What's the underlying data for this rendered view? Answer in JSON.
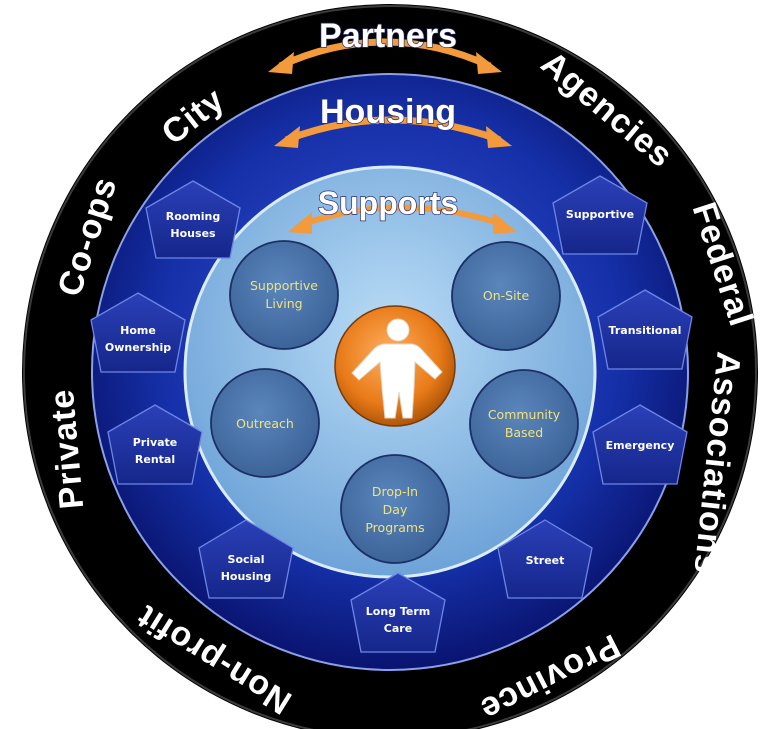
{
  "ring_words": {
    "city": "City",
    "agencies": "Agencies",
    "coops": "Co-ops",
    "federal": "Federal",
    "private": "Private",
    "associations": "Associations",
    "nonprofit": "Non-profit",
    "province": "Province"
  },
  "titles": {
    "partners": "Partners",
    "housing": "Housing",
    "supports": "Supports"
  },
  "housing_types": [
    {
      "line1": "Rooming",
      "line2": "Houses"
    },
    {
      "line1": "Home",
      "line2": "Ownership"
    },
    {
      "line1": "Private",
      "line2": "Rental"
    },
    {
      "line1": "Social",
      "line2": "Housing"
    },
    {
      "line1": "Long Term",
      "line2": "Care"
    },
    {
      "line1": "Street",
      "line2": ""
    },
    {
      "line1": "Emergency",
      "line2": ""
    },
    {
      "line1": "Transitional",
      "line2": ""
    },
    {
      "line1": "Supportive",
      "line2": ""
    }
  ],
  "support_types": [
    {
      "lines": [
        "Supportive",
        "Living"
      ]
    },
    {
      "lines": [
        "On-Site"
      ]
    },
    {
      "lines": [
        "Outreach"
      ]
    },
    {
      "lines": [
        "Community",
        "Based"
      ]
    },
    {
      "lines": [
        "Drop-In",
        "Day",
        "Programs"
      ]
    }
  ],
  "colors": {
    "outer_ring": "#000000",
    "housing_ring": "#0d1a7a",
    "supports_disc": "#8fbfe8",
    "arrow": "#f39a3d",
    "person_bg": "#e8801e",
    "circle_fill": "#4a75a8",
    "pentagon_fill": "#1b2f9a",
    "circle_text": "#f2e27a"
  },
  "icons": {
    "center": "person-icon"
  }
}
